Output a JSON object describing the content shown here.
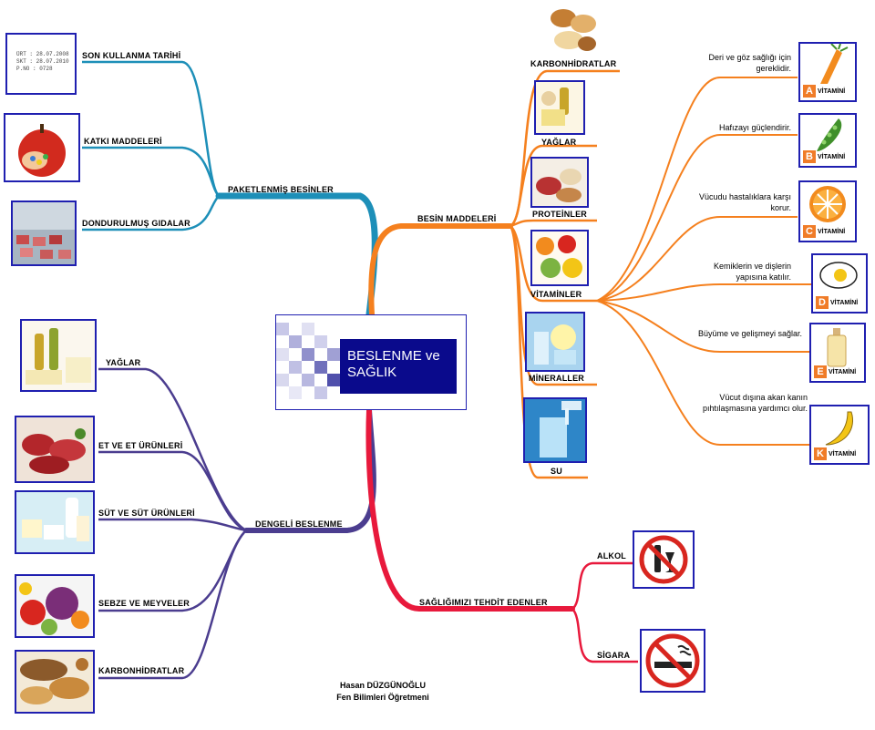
{
  "center": {
    "title_line1": "BESLENME ve",
    "title_line2": "SAĞLIK"
  },
  "left_top": {
    "branch": "PAKETLENMİŞ BESİNLER",
    "items": [
      "SON KULLANMA TARİHİ",
      "KATKI MADDELERİ",
      "DONDURULMUŞ GIDALAR"
    ],
    "label_text": [
      "ÜRT : 28.07.2008",
      "SKT : 28.07.2010",
      "P.NO : 0728"
    ]
  },
  "left_bottom": {
    "branch": "DENGELİ BESLENME",
    "items": [
      "YAĞLAR",
      "ET VE ET ÜRÜNLERİ",
      "SÜT VE SÜT ÜRÜNLERİ",
      "SEBZE VE MEYVELER",
      "KARBONHİDRATLAR"
    ]
  },
  "right_top": {
    "branch": "BESİN MADDELERİ",
    "items": [
      "KARBONHİDRATLAR",
      "YAĞLAR",
      "PROTEİNLER",
      "VİTAMİNLER",
      "MİNERALLER",
      "SU"
    ]
  },
  "vitamins": {
    "word": "VİTAMİNİ",
    "items": [
      {
        "letter": "A",
        "desc": "Deri ve göz sağlığı için gereklidir.",
        "icon": "carrot-icon"
      },
      {
        "letter": "B",
        "desc": "Hafızayı güçlendirir.",
        "icon": "pea-pod-icon"
      },
      {
        "letter": "C",
        "desc": "Vücudu hastalıklara karşı korur.",
        "icon": "orange-slice-icon"
      },
      {
        "letter": "D",
        "desc": "Kemiklerin ve dişlerin yapısına katılır.",
        "icon": "fried-egg-icon"
      },
      {
        "letter": "E",
        "desc": "Büyüme ve gelişmeyi sağlar.",
        "icon": "oil-bottle-icon"
      },
      {
        "letter": "K",
        "desc": "Vücut dışına akan kanın pıhtılaşmasına yardımcı olur.",
        "icon": "banana-icon"
      }
    ]
  },
  "right_bottom": {
    "branch": "SAĞLIĞIMIZI  TEHDİT EDENLER",
    "items": [
      "ALKOL",
      "SİGARA"
    ]
  },
  "credit": {
    "name": "Hasan DÜZGÜNOĞLU",
    "role": "Fen Bilimleri Öğretmeni"
  },
  "colors": {
    "paketlenmis": "#1d8fb8",
    "dengeli": "#4b3d8f",
    "besin": "#f5801e",
    "tehdit": "#e8193c",
    "frame": "#1f1fb0",
    "center_title": "#0a0a8c"
  }
}
